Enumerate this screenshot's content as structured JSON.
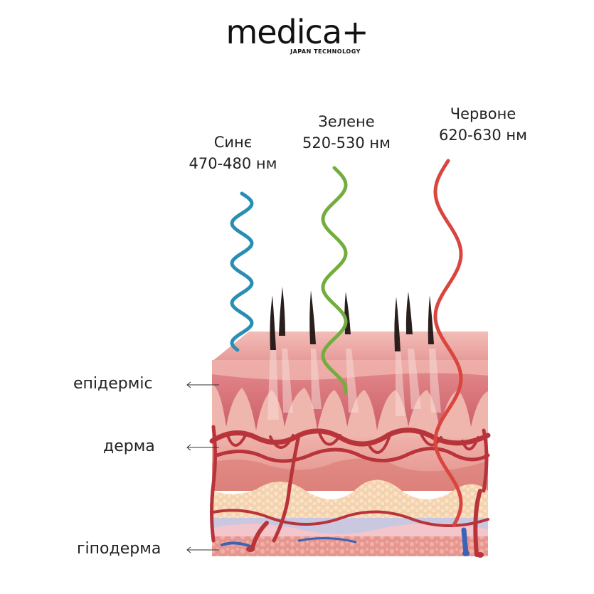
{
  "logo": {
    "wordmark": "medica+",
    "tagline": "JAPAN TECHNOLOGY"
  },
  "waves": [
    {
      "name": "Синє",
      "range": "470-480 нм",
      "color": "#2a8db3"
    },
    {
      "name": "Зелене",
      "range": "520-530 нм",
      "color": "#73ad3f"
    },
    {
      "name": "Червоне",
      "range": "620-630 нм",
      "color": "#d9463f"
    }
  ],
  "layers": [
    {
      "label": "епідерміс"
    },
    {
      "label": "дерма"
    },
    {
      "label": "гіподерма"
    }
  ],
  "colors": {
    "epidermis_top": "#eaa4a4",
    "dermis": "#d66a73",
    "vessel": "#b8343a",
    "fat": "#f2c9a0",
    "vein": "#3b63b5"
  }
}
